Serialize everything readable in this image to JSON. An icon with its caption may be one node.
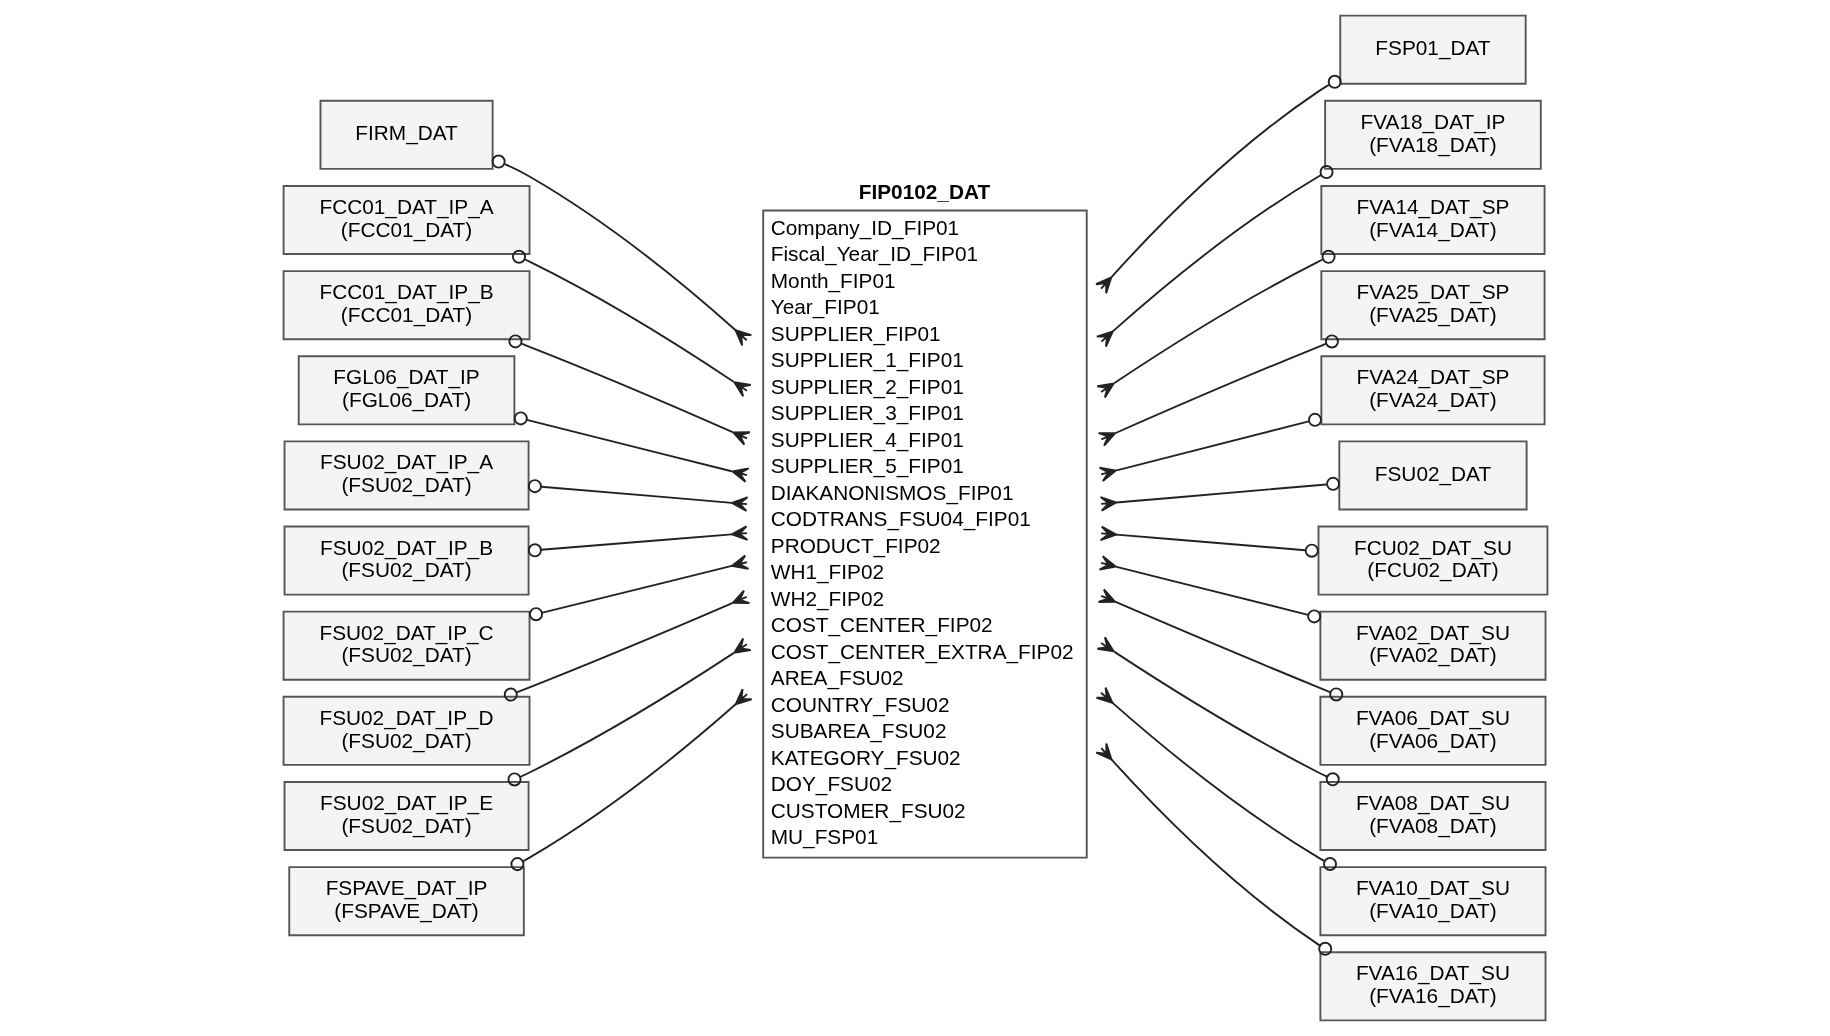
{
  "diagram": {
    "nodes": [
      {
        "text": [
          "FIRM_DAT"
        ]
      },
      {
        "text": [
          "FCC01_DAT_IP_A",
          "(FCC01_DAT)"
        ]
      },
      {
        "text": [
          "FCC01_DAT_IP_B",
          "(FCC01_DAT)"
        ]
      },
      {
        "text": [
          "FGL06_DAT_IP",
          "(FGL06_DAT)"
        ]
      },
      {
        "text": [
          "FSU02_DAT_IP_A",
          "(FSU02_DAT)"
        ]
      },
      {
        "text": [
          "FSU02_DAT_IP_B",
          "(FSU02_DAT)"
        ]
      },
      {
        "text": [
          "FSU02_DAT_IP_C",
          "(FSU02_DAT)"
        ]
      },
      {
        "text": [
          "FSU02_DAT_IP_D",
          "(FSU02_DAT)"
        ]
      },
      {
        "text": [
          "FSU02_DAT_IP_E",
          "(FSU02_DAT)"
        ]
      },
      {
        "text": [
          "FSPAVE_DAT_IP",
          "(FSPAVE_DAT)"
        ]
      },
      {
        "text": [
          "FSP01_DAT"
        ]
      },
      {
        "text": [
          "FIP0102_DAT",
          "Company_ID_FIP01",
          "Fiscal_Year_ID_FIP01",
          "Month_FIP01",
          "Year_FIP01",
          "SUPPLIER_FIP01",
          "SUPPLIER_1_FIP01",
          "SUPPLIER_2_FIP01",
          "SUPPLIER_3_FIP01",
          "SUPPLIER_4_FIP01",
          "SUPPLIER_5_FIP01",
          "DIAKANONISMOS_FIP01",
          "CODTRANS_FSU04_FIP01",
          "PRODUCT_FIP02",
          "WH1_FIP02",
          "WH2_FIP02",
          "COST_CENTER_FIP02",
          "COST_CENTER_EXTRA_FIP02",
          "AREA_FSU02",
          "COUNTRY_FSU02",
          "SUBAREA_FSU02",
          "KATEGORY_FSU02",
          "DOY_FSU02",
          "CUSTOMER_FSU02",
          "MU_FSP01"
        ]
      },
      {
        "text": [
          "FVA18_DAT_IP",
          "(FVA18_DAT)"
        ]
      },
      {
        "text": [
          "FVA14_DAT_SP",
          "(FVA14_DAT)"
        ]
      },
      {
        "text": [
          "FVA25_DAT_SP",
          "(FVA25_DAT)"
        ]
      },
      {
        "text": [
          "FVA24_DAT_SP",
          "(FVA24_DAT)"
        ]
      },
      {
        "text": [
          "FSU02_DAT"
        ]
      },
      {
        "text": [
          "FCU02_DAT_SU",
          "(FCU02_DAT)"
        ]
      },
      {
        "text": [
          "FVA02_DAT_SU",
          "(FVA02_DAT)"
        ]
      },
      {
        "text": [
          "FVA06_DAT_SU",
          "(FVA06_DAT)"
        ]
      },
      {
        "text": [
          "FVA08_DAT_SU",
          "(FVA08_DAT)"
        ]
      },
      {
        "text": [
          "FVA10_DAT_SU",
          "(FVA10_DAT)"
        ]
      },
      {
        "text": [
          "FVA16_DAT_SU",
          "(FVA16_DAT)"
        ]
      }
    ],
    "edges": [
      {
        "from": 0,
        "to": 11,
        "arrow": "other"
      },
      {
        "from": 1,
        "to": 11,
        "arrow": "other"
      },
      {
        "from": 2,
        "to": 11,
        "arrow": "other"
      },
      {
        "from": 3,
        "to": 11,
        "arrow": "other"
      },
      {
        "from": 4,
        "to": 11,
        "arrow": "other"
      },
      {
        "from": 5,
        "to": 11,
        "arrow": "other"
      },
      {
        "from": 6,
        "to": 11,
        "arrow": "other"
      },
      {
        "from": 7,
        "to": 11,
        "arrow": "other"
      },
      {
        "from": 8,
        "to": 11,
        "arrow": "other"
      },
      {
        "from": 9,
        "to": 11,
        "arrow": "other"
      },
      {
        "from": 10,
        "to": 11,
        "arrow": "other"
      },
      {
        "from": 12,
        "to": 11,
        "arrow": "other"
      },
      {
        "from": 13,
        "to": 11,
        "arrow": "other"
      },
      {
        "from": 14,
        "to": 11,
        "arrow": "other"
      },
      {
        "from": 15,
        "to": 11,
        "arrow": "other"
      },
      {
        "from": 16,
        "to": 11,
        "arrow": "other"
      },
      {
        "from": 17,
        "to": 11,
        "arrow": "other"
      },
      {
        "from": 18,
        "to": 11,
        "arrow": "other"
      },
      {
        "from": 19,
        "to": 11,
        "arrow": "other"
      },
      {
        "from": 20,
        "to": 11,
        "arrow": "other"
      },
      {
        "from": 21,
        "to": 11,
        "arrow": "other"
      },
      {
        "from": 22,
        "to": 11,
        "arrow": "other"
      }
    ]
  }
}
